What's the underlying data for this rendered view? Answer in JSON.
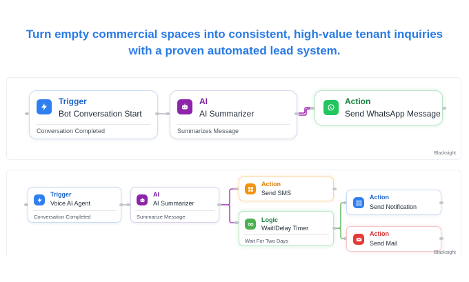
{
  "headline": {
    "line1": "Turn empty commercial spaces into consistent, high-value tenant inquiries",
    "line2": "with a proven automated lead system."
  },
  "watermark": "Blacksight",
  "colors": {
    "headline": "#2a7be4",
    "trigger": "#2f7ff0",
    "ai": "#8e24aa",
    "whatsapp": "#22c55e",
    "sms": "#f5930a",
    "logic": "#4caf50",
    "mail": "#e53935"
  },
  "workflow1": {
    "trigger": {
      "type": "Trigger",
      "title": "Bot Conversation Start",
      "footer": "Conversation Completed",
      "icon": "lightning-icon"
    },
    "ai": {
      "type": "AI",
      "title": "AI Summarizer",
      "footer": "Summarizes Message",
      "icon": "bot-icon"
    },
    "action": {
      "type": "Action",
      "title": "Send WhatsApp Message",
      "icon": "whatsapp-icon"
    }
  },
  "workflow2": {
    "trigger": {
      "type": "Trigger",
      "title": "Voice AI Agent",
      "footer": "Conversation Completed",
      "icon": "lightning-icon"
    },
    "ai": {
      "type": "AI",
      "title": "AI Summarizer",
      "footer": "Summarize Message",
      "icon": "bot-icon"
    },
    "sms": {
      "type": "Action",
      "title": "Send SMS",
      "icon": "sms-icon"
    },
    "logic": {
      "type": "Logic",
      "title": "Wait/Delay Timer",
      "footer": "Wait For Two Days",
      "icon": "timer-icon"
    },
    "notification": {
      "type": "Action",
      "title": "Send Notification",
      "icon": "grid-icon"
    },
    "mail": {
      "type": "Action",
      "title": "Send Mail",
      "icon": "mail-icon"
    }
  }
}
